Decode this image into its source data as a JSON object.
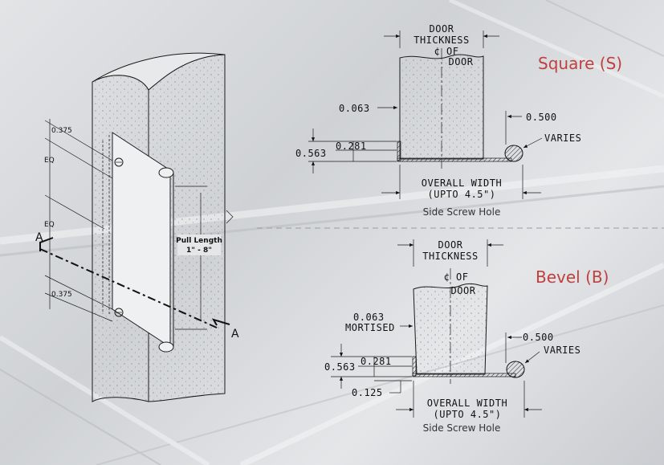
{
  "colors": {
    "title_red": "#c0403f",
    "background": "#d9dbde"
  },
  "isometric": {
    "dims": {
      "top_offset": "0.375",
      "eq_top": "EQ",
      "eq_bottom": "EQ",
      "bottom_offset": "0.375"
    },
    "pull_length_label": "Pull Length",
    "pull_length_range": "1\" - 8\"",
    "section_label_left": "A",
    "section_label_right": "A"
  },
  "square": {
    "title": "Square (S)",
    "door_thickness_line1": "DOOR",
    "door_thickness_line2": "THICKNESS",
    "centerline_line1": "¢ OF",
    "centerline_line2": "DOOR",
    "dim_063": "0.063",
    "dim_500": "0.500",
    "dim_varies": "VARIES",
    "dim_563": "0.563",
    "dim_281": "0.281",
    "overall_line1": "OVERALL WIDTH",
    "overall_line2": "(UPTO 4.5\")",
    "caption": "Side Screw Hole"
  },
  "bevel": {
    "title": "Bevel (B)",
    "door_thickness_line1": "DOOR",
    "door_thickness_line2": "THICKNESS",
    "centerline_line1": "¢ OF",
    "centerline_line2": "DOOR",
    "dim_063": "0.063",
    "dim_mortised": "MORTISED",
    "dim_500": "0.500",
    "dim_varies": "VARIES",
    "dim_563": "0.563",
    "dim_281": "0.281",
    "dim_125": "0.125",
    "overall_line1": "OVERALL WIDTH",
    "overall_line2": "(UPTO 4.5\")",
    "caption": "Side Screw Hole"
  }
}
